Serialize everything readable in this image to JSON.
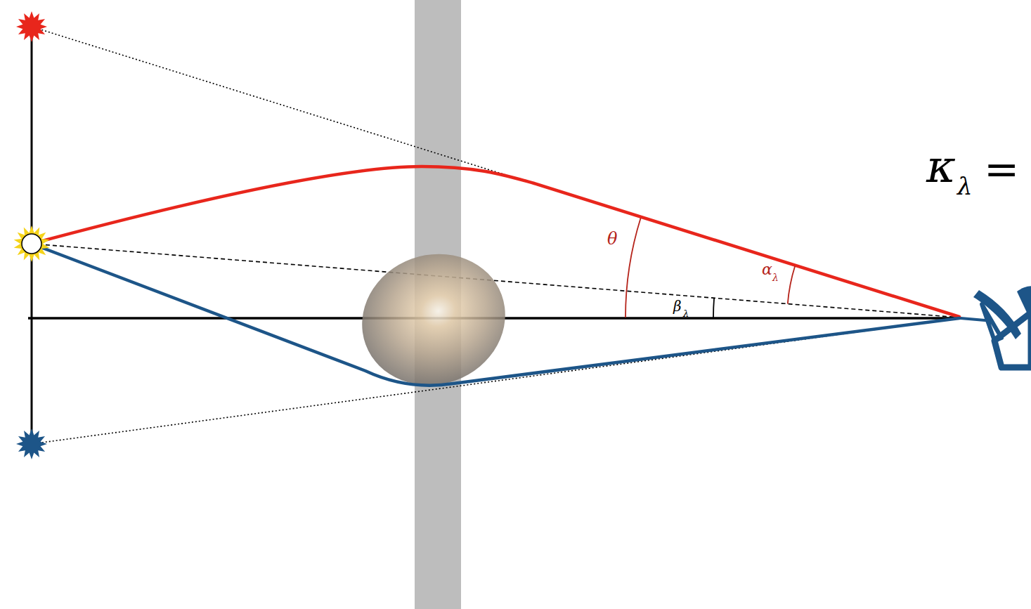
{
  "diagram": {
    "labels": [
      "κ",
      "λ",
      "=",
      "θ",
      "α",
      "λ",
      "β",
      "λ"
    ]
  }
}
